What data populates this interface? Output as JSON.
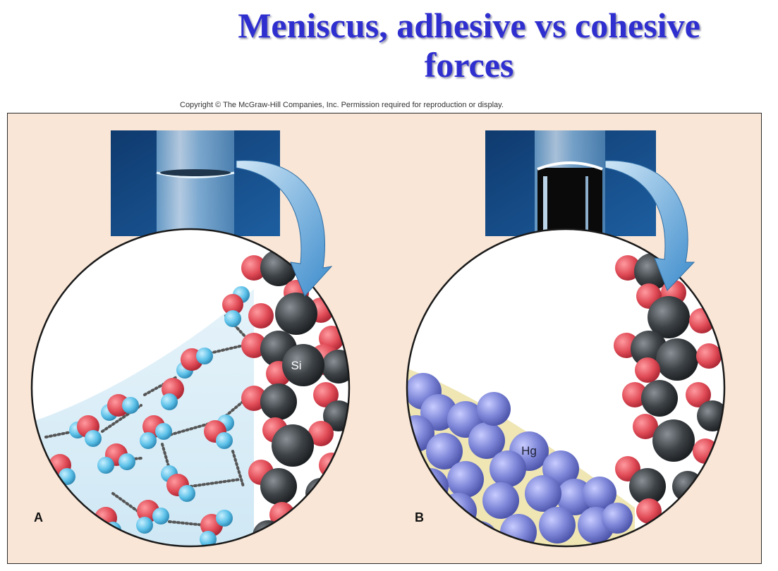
{
  "title": {
    "line1": "Meniscus, adhesive vs cohesive",
    "line2": "forces"
  },
  "copyright": "Copyright © The McGraw-Hill Companies, Inc. Permission required for reproduction or display.",
  "panels": [
    {
      "label": "A",
      "atom_label": "Si"
    },
    {
      "label": "B",
      "atom_label": "Hg"
    }
  ],
  "colors": {
    "title": "#2f2fd0",
    "oxygen": "#e04b56",
    "hydrogen": "#5bc0e8",
    "silicon": "#3d4246",
    "mercury": "#7d86d8",
    "background": "#f9e6d6"
  }
}
